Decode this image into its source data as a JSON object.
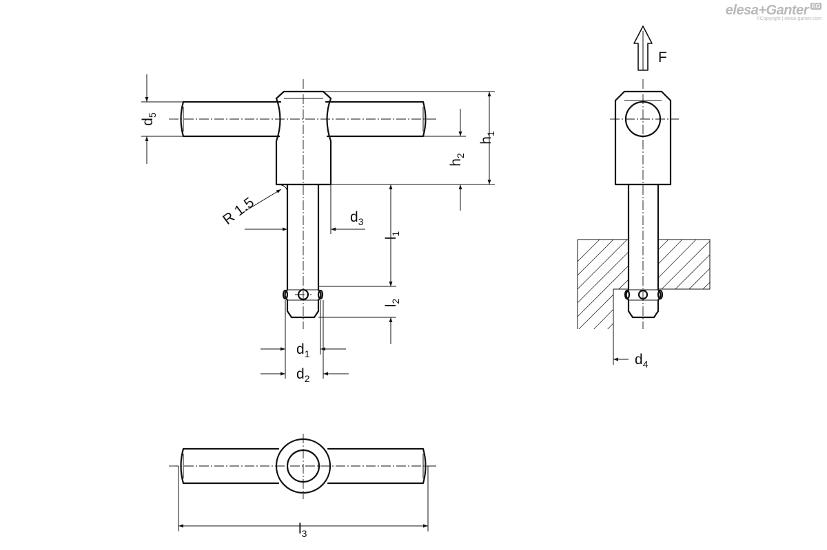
{
  "logo": {
    "brand": "elesa+Ganter",
    "badge": "EG",
    "copyright": "©Copyright | elesa-ganter.com"
  },
  "labels": {
    "d5": {
      "main": "d",
      "sub": "5"
    },
    "h2": {
      "main": "h",
      "sub": "2"
    },
    "h1": {
      "main": "h",
      "sub": "1"
    },
    "radius": "R 1.5",
    "d3": {
      "main": "d",
      "sub": "3"
    },
    "l1": {
      "main": "l",
      "sub": "1"
    },
    "l2": {
      "main": "l",
      "sub": "2"
    },
    "d1": {
      "main": "d",
      "sub": "1"
    },
    "d2": {
      "main": "d",
      "sub": "2"
    },
    "d4": {
      "main": "d",
      "sub": "4"
    },
    "l3": {
      "main": "l",
      "sub": "3"
    },
    "force": "F"
  }
}
